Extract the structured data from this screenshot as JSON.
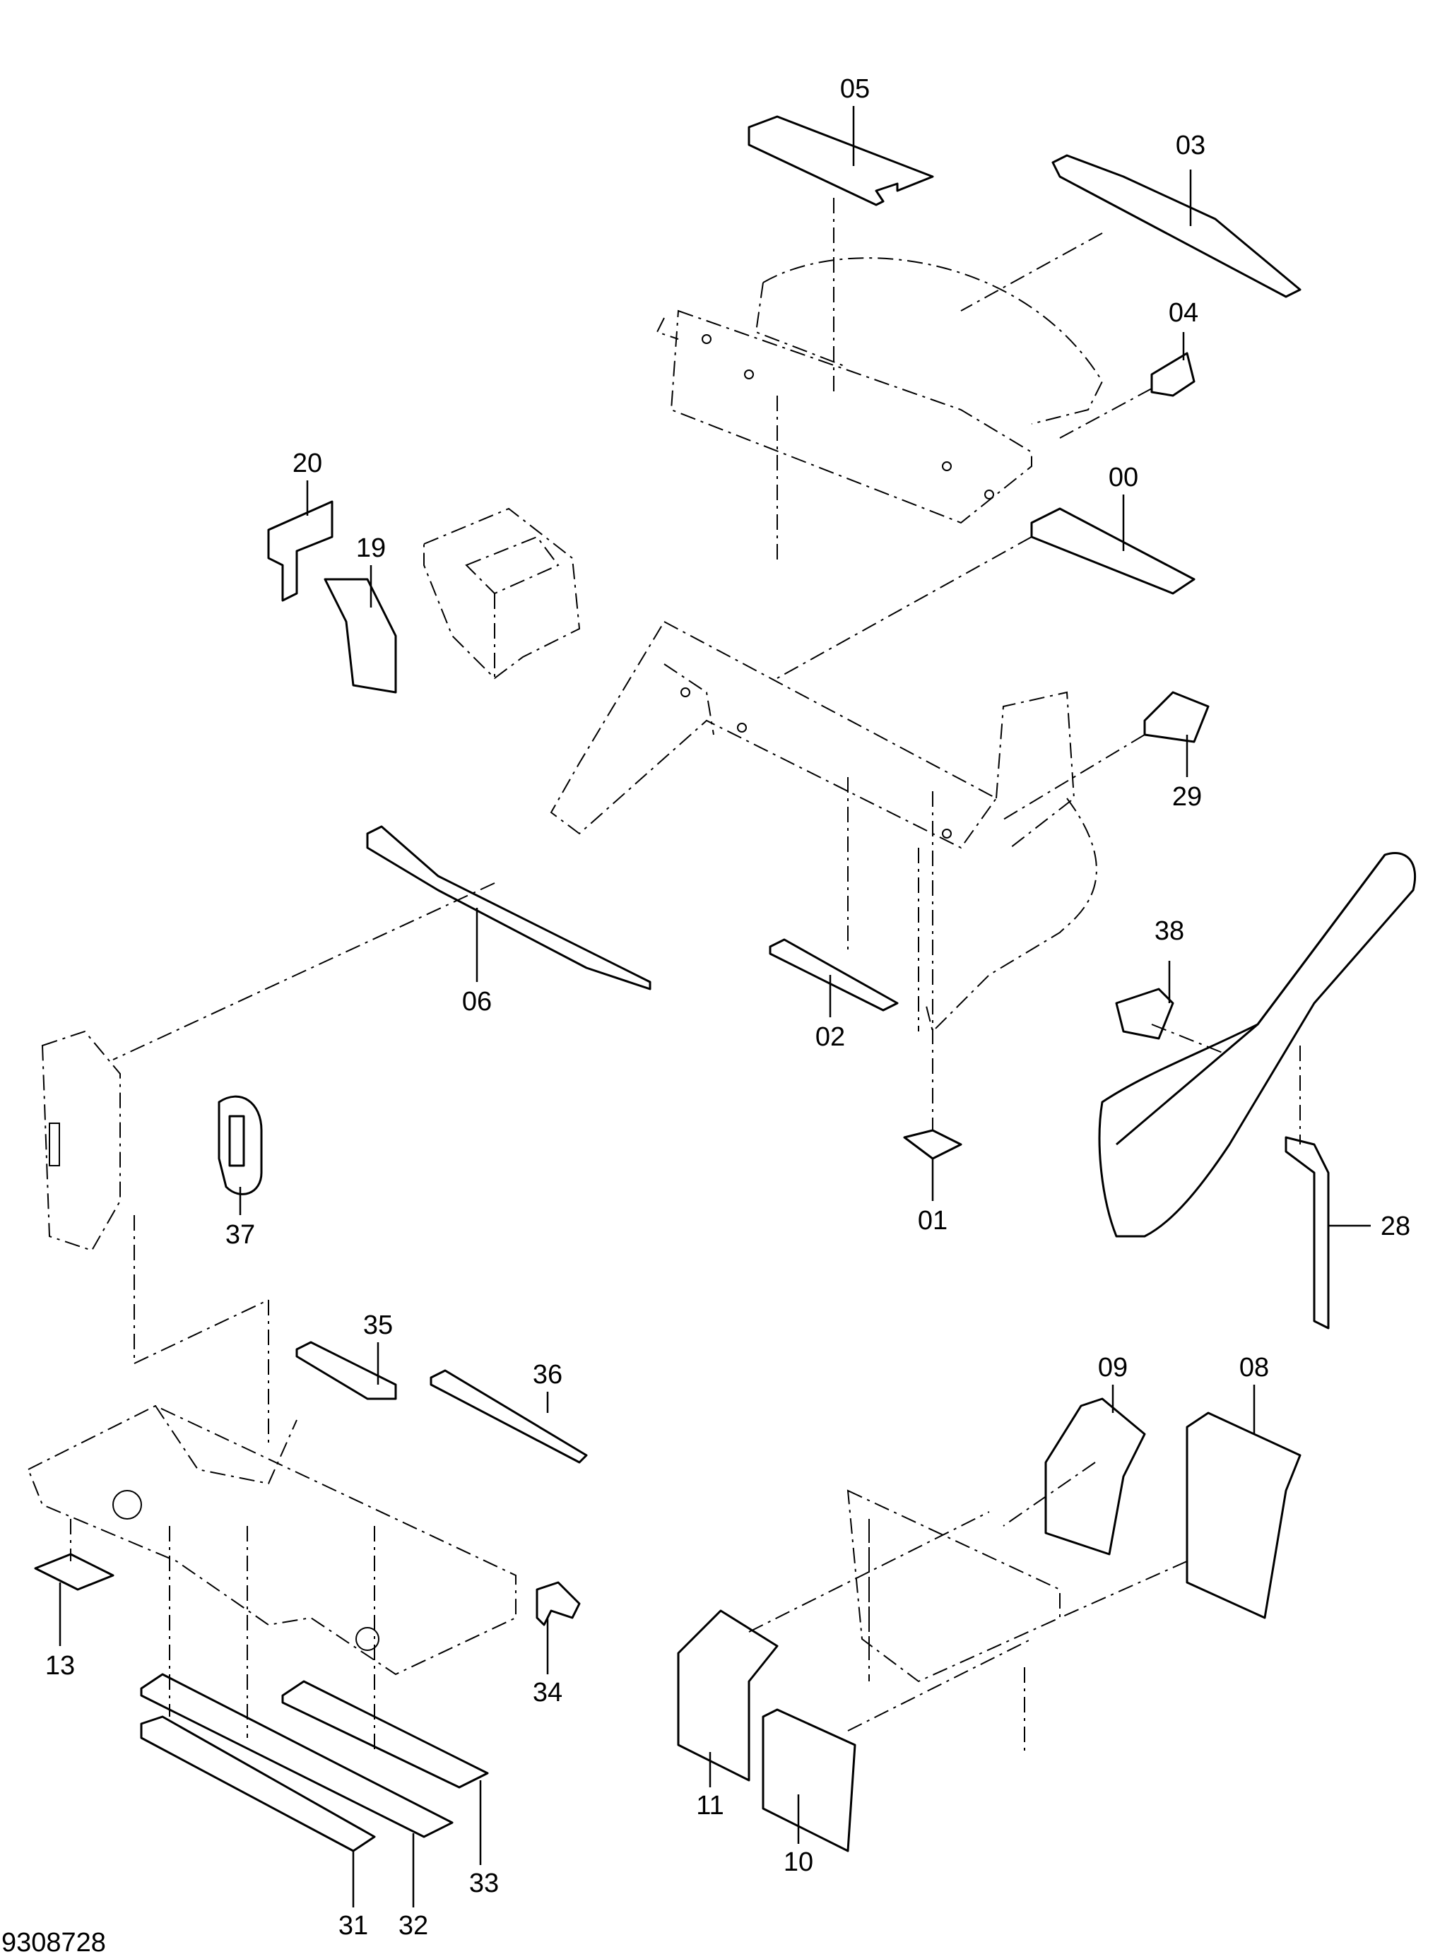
{
  "drawing_number": "9308728",
  "labels": {
    "p00": "00",
    "p01": "01",
    "p02": "02",
    "p03": "03",
    "p04": "04",
    "p05": "05",
    "p06": "06",
    "p08": "08",
    "p09": "09",
    "p10": "10",
    "p11": "11",
    "p13": "13",
    "p19": "19",
    "p20": "20",
    "p28": "28",
    "p29": "29",
    "p31": "31",
    "p32": "32",
    "p33": "33",
    "p34": "34",
    "p35": "35",
    "p36": "36",
    "p37": "37",
    "p38": "38"
  },
  "colors": {
    "line": "#000000",
    "background": "#ffffff"
  }
}
